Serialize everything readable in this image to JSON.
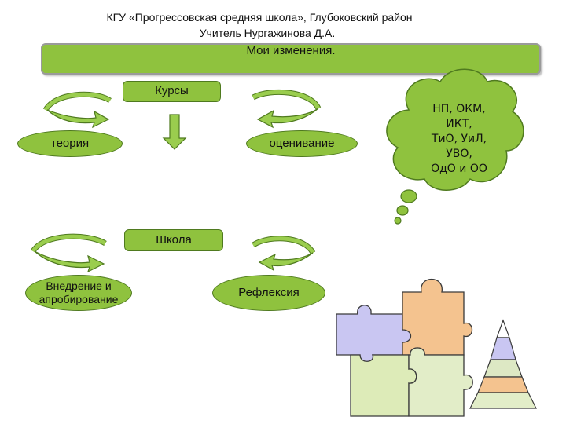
{
  "header": {
    "line1": "КГУ «Прогрессовская средняя школа», Глубоковский район",
    "line2": "Учитель Нургажинова Д.А."
  },
  "banner": {
    "title": "Мои изменения."
  },
  "nodes": {
    "kursy": "Курсы",
    "teoria": "теория",
    "ocenivanie": "оценивание",
    "shkola": "Школа",
    "vnedrenie": "Внедрение и апробирование",
    "refleksia": "Рефлексия"
  },
  "cloud": {
    "lines": [
      "НП, ОКМ,",
      "ИКТ,",
      "ТиО, УиЛ,",
      "УВО,",
      "ОдО и ОО"
    ]
  },
  "colors": {
    "green": "#8fc23e",
    "green_border": "#4f7a1f",
    "arrow_fill": "#9acd4e",
    "puzzle_purple": "#c9c6f2",
    "puzzle_orange": "#f4c38f",
    "puzzle_light_green": "#ddebb8",
    "pyramid_top": "#ffffff",
    "pyramid_2": "#c9c6f2",
    "pyramid_3": "#dde8c4",
    "pyramid_4": "#f4c38f",
    "pyramid_base": "#e2edc8"
  },
  "icons": [
    "curved-arrow-icon",
    "down-arrow-icon",
    "thought-cloud-icon",
    "puzzle-icon",
    "pyramid-icon"
  ]
}
